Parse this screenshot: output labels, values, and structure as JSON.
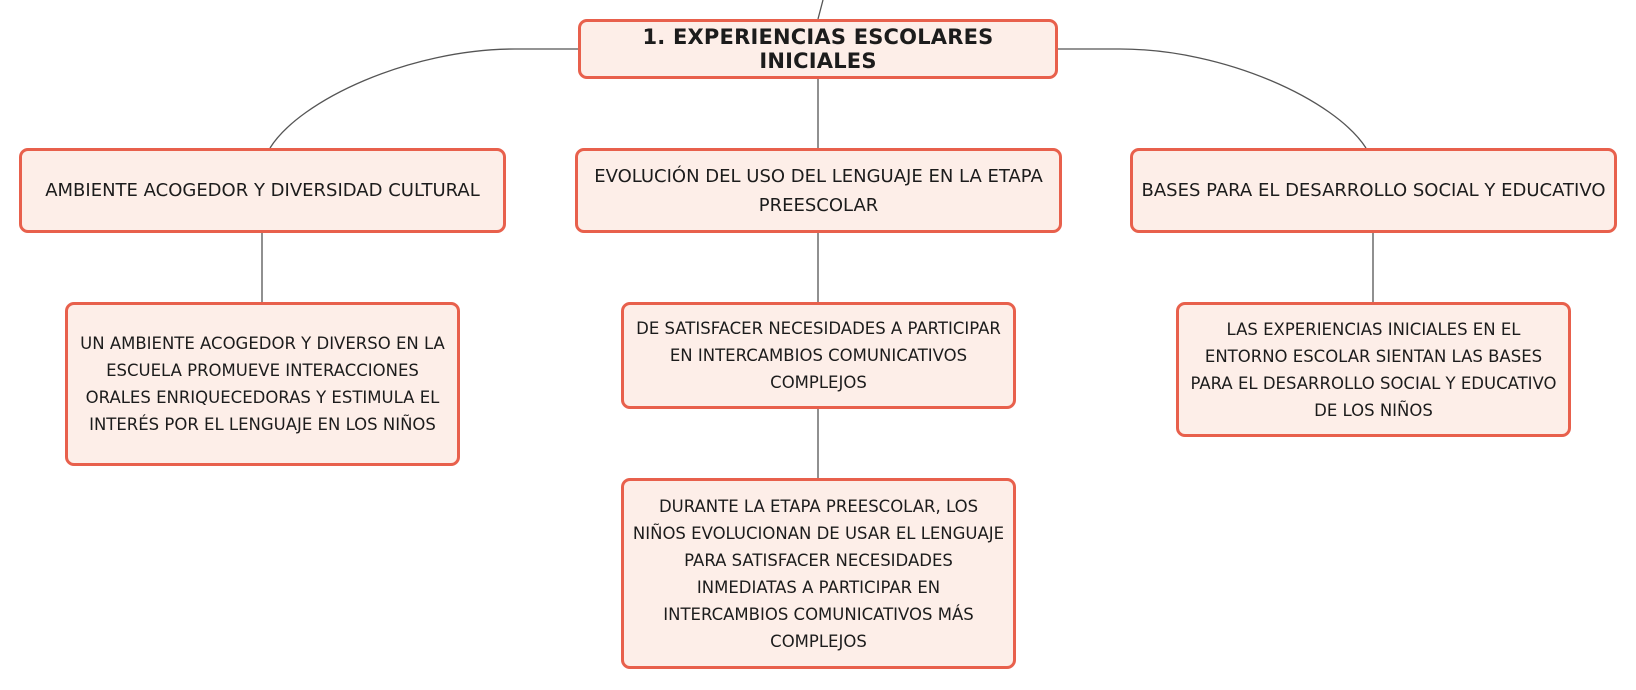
{
  "root": {
    "label": "1. EXPERIENCIAS ESCOLARES INICIALES"
  },
  "topics": [
    {
      "label": "AMBIENTE ACOGEDOR Y DIVERSIDAD CULTURAL"
    },
    {
      "label": "EVOLUCIÓN DEL USO DEL LENGUAJE EN LA ETAPA PREESCOLAR"
    },
    {
      "label": "BASES PARA EL DESARROLLO SOCIAL Y EDUCATIVO"
    }
  ],
  "details": [
    {
      "label": "UN AMBIENTE ACOGEDOR Y DIVERSO EN LA ESCUELA PROMUEVE INTERACCIONES ORALES ENRIQUECEDORAS Y ESTIMULA EL INTERÉS POR EL LENGUAJE EN LOS NIÑOS"
    },
    {
      "label": "DE SATISFACER NECESIDADES A PARTICIPAR EN INTERCAMBIOS COMUNICATIVOS COMPLEJOS"
    },
    {
      "label": "LAS EXPERIENCIAS INICIALES EN EL ENTORNO ESCOLAR SIENTAN LAS BASES PARA EL DESARROLLO SOCIAL Y EDUCATIVO DE LOS NIÑOS"
    },
    {
      "label": "DURANTE LA ETAPA PREESCOLAR, LOS NIÑOS EVOLUCIONAN DE USAR EL LENGUAJE PARA SATISFACER NECESIDADES INMEDIATAS A PARTICIPAR EN INTERCAMBIOS COMUNICATIVOS MÁS COMPLEJOS"
    }
  ],
  "colors": {
    "node_fill": "#fdeee8",
    "node_border": "#e8604c",
    "connector": "#555555",
    "text": "#1c1c1c"
  }
}
